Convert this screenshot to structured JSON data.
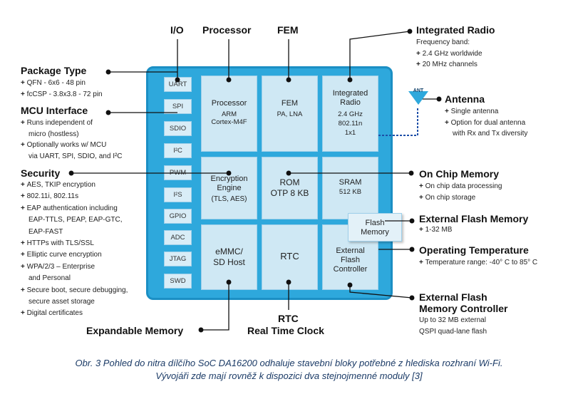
{
  "top_labels": {
    "io": "I/O",
    "processor": "Processor",
    "fem": "FEM",
    "integrated_radio": "Integrated Radio"
  },
  "integrated_radio": {
    "freq_heading": "Frequency band:",
    "items": [
      "2.4 GHz worldwide",
      "20 MHz channels"
    ]
  },
  "package_type": {
    "title": "Package Type",
    "items": [
      "QFN - 6x6 - 48 pin",
      "fcCSP - 3.8x3.8 - 72 pin"
    ]
  },
  "mcu_interface": {
    "title": "MCU Interface",
    "items": [
      "Runs independent of",
      "micro (hostless)",
      "Optionally works w/ MCU",
      "via UART, SPI, SDIO, and I²C"
    ]
  },
  "security": {
    "title": "Security",
    "items": [
      "AES, TKIP encryption",
      "802.11i, 802.11s",
      "EAP authentication including",
      "EAP-TTLS, PEAP, EAP-GTC,",
      "EAP-FAST",
      "HTTPs with TLS/SSL",
      "Elliptic curve encryption",
      "WPA/2/3 – Enterprise",
      "and Personal",
      "Secure boot, secure debugging,",
      "secure asset storage",
      "Digital certificates"
    ]
  },
  "antenna": {
    "badge": "ANT",
    "title": "Antenna",
    "items": [
      "Single antenna",
      "Option for dual antenna",
      "with Rx and Tx diversity"
    ]
  },
  "on_chip_memory": {
    "title": "On Chip Memory",
    "items": [
      "On chip data processing",
      "On chip storage"
    ]
  },
  "external_flash_memory": {
    "title": "External Flash Memory",
    "items": [
      "1-32 MB"
    ]
  },
  "operating_temperature": {
    "title": "Operating Temperature",
    "items": [
      "Temperature range: -40° C to 85° C"
    ]
  },
  "external_flash_controller": {
    "title_line1": "External Flash",
    "title_line2": "Memory Controller",
    "lines": [
      "Up to 32 MB external",
      "QSPI quad-lane flash"
    ]
  },
  "bottom": {
    "expandable_memory": "Expandable Memory",
    "rtc": "RTC",
    "real_time_clock": "Real Time Clock"
  },
  "pins": [
    "UART",
    "SPI",
    "SDIO",
    "I²C",
    "PWM",
    "I²S",
    "GPIO",
    "ADC",
    "JTAG",
    "SWD"
  ],
  "blocks": {
    "processor": [
      "Processor",
      "ARM",
      "Cortex-M4F"
    ],
    "fem": [
      "FEM",
      "PA, LNA"
    ],
    "radio": [
      "Integrated",
      "Radio",
      "2.4 GHz",
      "802.11n",
      "1x1"
    ],
    "encryption": [
      "Encryption",
      "Engine",
      "(TLS, AES)"
    ],
    "rom": [
      "ROM",
      "OTP 8 KB"
    ],
    "sram": [
      "SRAM",
      "512 KB"
    ],
    "emmc": [
      "eMMC/",
      "SD Host"
    ],
    "rtc": [
      "RTC"
    ],
    "ext_ctrl": [
      "External",
      "Flash",
      "Controller"
    ],
    "flash_memory": [
      "Flash",
      "Memory"
    ]
  },
  "caption": {
    "line1": "Obr. 3  Pohled do nitra dílčího SoC DA16200 odhaluje stavební bloky potřebné z hlediska rozhraní Wi-Fi.",
    "line2": "Vývojáři zde mají rovněž k dispozici dva stejnojmenné moduly [3]"
  }
}
